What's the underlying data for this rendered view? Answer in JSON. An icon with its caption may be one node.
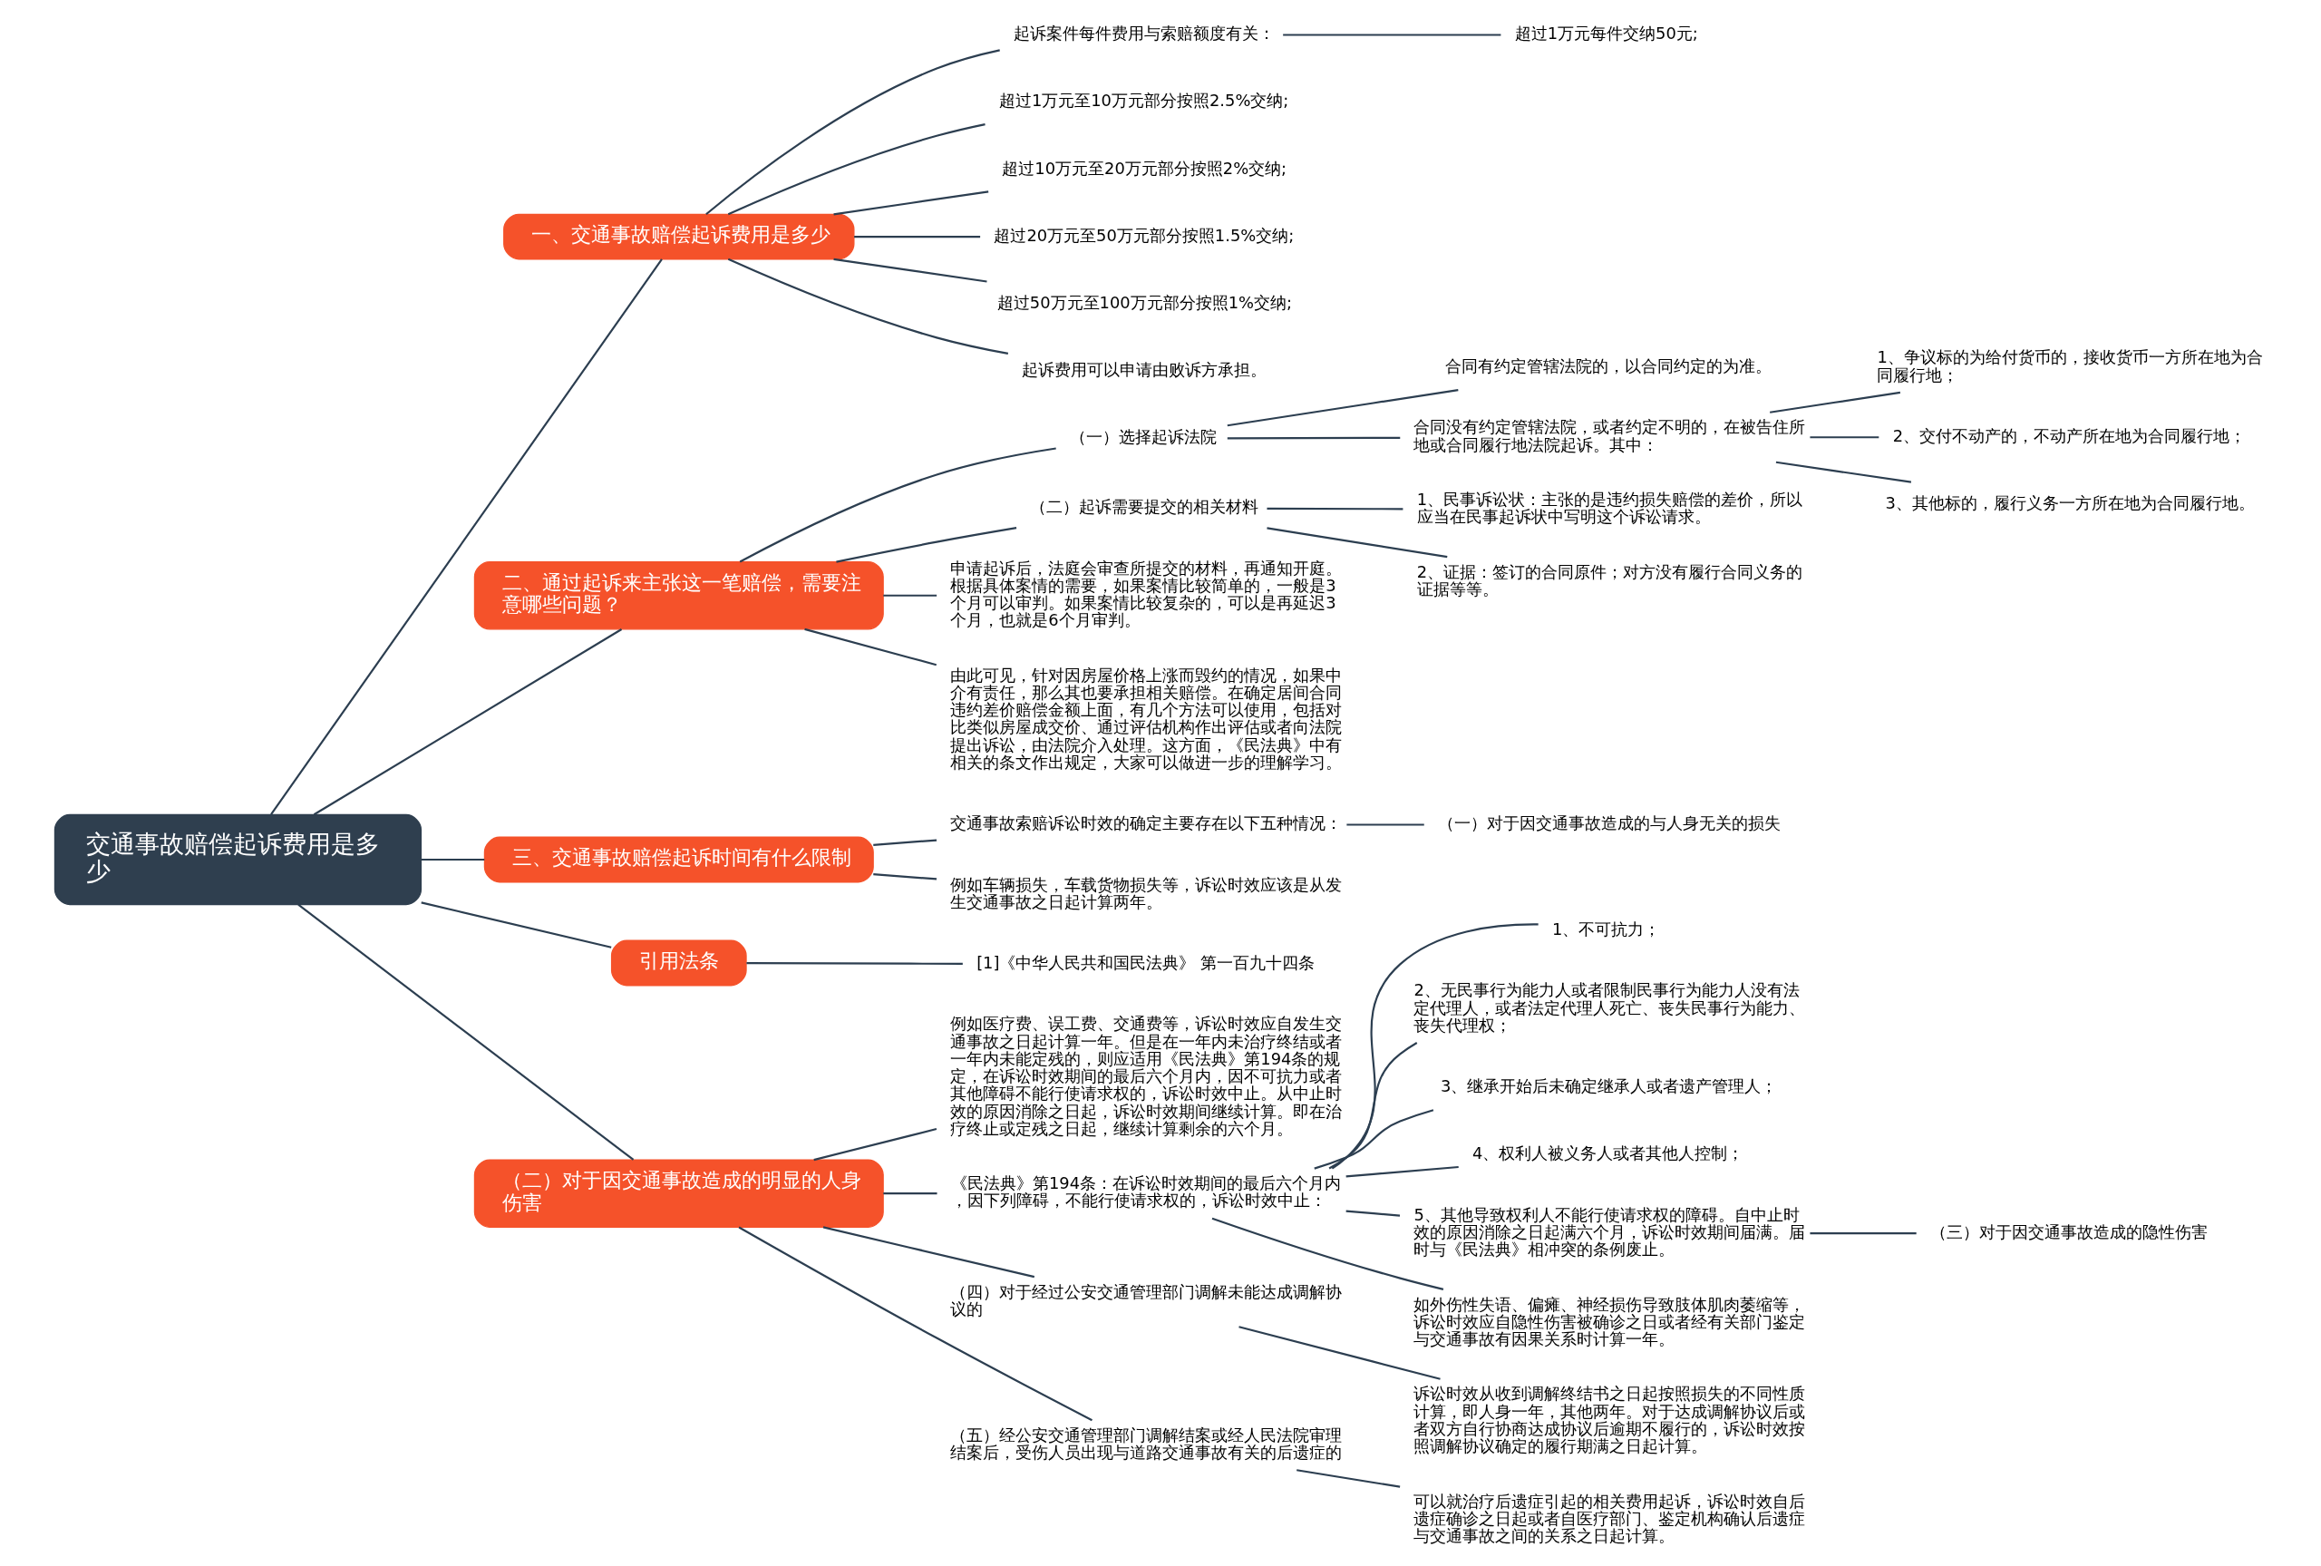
{
  "diagram": {
    "nodes": [
      {
        "text": [
          "交通事故赔偿起诉费用是多少"
        ]
      },
      {
        "text": [
          "一、交通事故赔偿起诉费用是多少"
        ]
      },
      {
        "text": [
          "起诉案件每件费用与索赔额度有关："
        ]
      },
      {
        "text": [
          "超过1万元每件交纳50元;"
        ]
      },
      {
        "text": [
          "超过1万元至10万元部分按照2.5%交纳;"
        ]
      },
      {
        "text": [
          "超过10万元至20万元部分按照2%交纳;"
        ]
      },
      {
        "text": [
          "超过20万元至50万元部分按照1.5%交纳;"
        ]
      },
      {
        "text": [
          "超过50万元至100万元部分按照1%交纳;"
        ]
      },
      {
        "text": [
          "起诉费用可以申请由败诉方承担。"
        ]
      },
      {
        "text": [
          "二、通过起诉来主张这一笔赔偿，需要注意哪些问题？"
        ]
      },
      {
        "text": [
          "（一）选择起诉法院"
        ]
      },
      {
        "text": [
          "合同有约定管辖法院的，以合同约定的为准。"
        ]
      },
      {
        "text": [
          "合同没有约定管辖法院，或者约定不明的，在被告住所地或合同履行地法院起诉。其中："
        ]
      },
      {
        "text": [
          "1、争议标的为给付货币的，接收货币一方所在地为合同履行地；"
        ]
      },
      {
        "text": [
          "2、交付不动产的，不动产所在地为合同履行地；"
        ]
      },
      {
        "text": [
          "3、其他标的，履行义务一方所在地为合同履行地。"
        ]
      },
      {
        "text": [
          "（二）起诉需要提交的相关材料"
        ]
      },
      {
        "text": [
          "1、民事诉讼状：主张的是违约损失赔偿的差价，所以应当在民事起诉状中写明这个诉讼请求。"
        ]
      },
      {
        "text": [
          "2、证据：签订的合同原件；对方没有履行合同义务的证据等等。"
        ]
      },
      {
        "text": [
          "申请起诉后，法庭会审查所提交的材料，再通知开庭。根据具体案情的需要，如果案情比较简单的，一般是3个月可以审判。如果案情比较复杂的，可以是再延迟3个月，也就是6个月审判。"
        ]
      },
      {
        "text": [
          "由此可见，针对因房屋价格上涨而毁约的情况，如果中介有责任，那么其也要承担相关赔偿。在确定居间合同违约差价赔偿金额上面，有几个方法可以使用，包括对比类似房屋成交价、通过评估机构作出评估或者向法院提出诉讼，由法院介入处理。这方面，《民法典》中有相关的条文作出规定，大家可以做进一步的理解学习。"
        ]
      },
      {
        "text": [
          "三、交通事故赔偿起诉时间有什么限制"
        ]
      },
      {
        "text": [
          "交通事故索赔诉讼时效的确定主要存在以下五种情况："
        ]
      },
      {
        "text": [
          "（一）对于因交通事故造成的与人身无关的损失"
        ]
      },
      {
        "text": [
          "例如车辆损失，车载货物损失等，诉讼时效应该是从发生交通事故之日起计算两年。"
        ]
      },
      {
        "text": [
          "引用法条"
        ]
      },
      {
        "text": [
          "[1]《中华人民共和国民法典》 第一百九十四条"
        ]
      },
      {
        "text": [
          "（二）对于因交通事故造成的明显的人身伤害"
        ]
      },
      {
        "text": [
          "例如医疗费、误工费、交通费等，诉讼时效应自发生交通事故之日起计算一年。但是在一年内未治疗终结或者一年内未能定残的，则应适用《民法典》第194条的规定，在诉讼时效期间的最后六个月内，因不可抗力或者其他障碍不能行使请求权的，诉讼时效中止。从中止时效的原因消除之日起，诉讼时效期间继续计算。即在治疗终止或定残之日起，继续计算剩余的六个月。"
        ]
      },
      {
        "text": [
          "《民法典》第194条：在诉讼时效期间的最后六个月内，因下列障碍，不能行使请求权的，诉讼时效中止："
        ]
      },
      {
        "text": [
          "1、不可抗力；"
        ]
      },
      {
        "text": [
          "2、无民事行为能力人或者限制民事行为能力人没有法定代理人，或者法定代理人死亡、丧失民事行为能力、丧失代理权；"
        ]
      },
      {
        "text": [
          "3、继承开始后未确定继承人或者遗产管理人；"
        ]
      },
      {
        "text": [
          "4、权利人被义务人或者其他人控制；"
        ]
      },
      {
        "text": [
          "5、其他导致权利人不能行使请求权的障碍。自中止时效的原因消除之日起满六个月，诉讼时效期间届满。届时与《民法典》相冲突的条例废止。"
        ]
      },
      {
        "text": [
          "如外伤性失语、偏瘫、神经损伤导致肢体肌肉萎缩等，诉讼时效应自隐性伤害被确诊之日或者经有关部门鉴定与交通事故有因果关系时计算一年。"
        ]
      },
      {
        "text": [
          "（三）对于因交通事故造成的隐性伤害"
        ]
      },
      {
        "text": [
          "诉讼时效从收到调解终结书之日起按照损失的不同性质计算，即人身一年，其他两年。对于达成调解协议后或者双方自行协商达成协议后逾期不履行的，诉讼时效按照调解协议确定的履行期满之日起计算。"
        ]
      },
      {
        "text": [
          "（四）对于经过公安交通管理部门调解未能达成调解协议的"
        ]
      },
      {
        "text": [
          "可以就治疗后遗症引起的相关费用起诉，诉讼时效自后遗症确诊之日起或者自医疗部门、鉴定机构确认后遗症与交通事故之间的关系之日起计算。"
        ]
      },
      {
        "text": [
          "（五）经公安交通管理部门调解结案或经人民法院审理结案后，受伤人员出现与道路交通事故有关的后遗症的"
        ]
      }
    ],
    "edges": [
      {
        "from": 0,
        "to": 1,
        "arrow": "none"
      },
      {
        "from": 1,
        "to": 2,
        "arrow": "none"
      },
      {
        "from": 2,
        "to": 3,
        "arrow": "none"
      },
      {
        "from": 1,
        "to": 4,
        "arrow": "none"
      },
      {
        "from": 1,
        "to": 5,
        "arrow": "none"
      },
      {
        "from": 1,
        "to": 6,
        "arrow": "none"
      },
      {
        "from": 1,
        "to": 7,
        "arrow": "none"
      },
      {
        "from": 1,
        "to": 8,
        "arrow": "none"
      },
      {
        "from": 0,
        "to": 9,
        "arrow": "none"
      },
      {
        "from": 9,
        "to": 10,
        "arrow": "none"
      },
      {
        "from": 10,
        "to": 11,
        "arrow": "none"
      },
      {
        "from": 10,
        "to": 12,
        "arrow": "none"
      },
      {
        "from": 12,
        "to": 13,
        "arrow": "none"
      },
      {
        "from": 12,
        "to": 14,
        "arrow": "none"
      },
      {
        "from": 12,
        "to": 15,
        "arrow": "none"
      },
      {
        "from": 9,
        "to": 16,
        "arrow": "none"
      },
      {
        "from": 16,
        "to": 17,
        "arrow": "none"
      },
      {
        "from": 16,
        "to": 18,
        "arrow": "none"
      },
      {
        "from": 9,
        "to": 19,
        "arrow": "none"
      },
      {
        "from": 9,
        "to": 20,
        "arrow": "none"
      },
      {
        "from": 0,
        "to": 21,
        "arrow": "none"
      },
      {
        "from": 21,
        "to": 22,
        "arrow": "none"
      },
      {
        "from": 22,
        "to": 23,
        "arrow": "none"
      },
      {
        "from": 21,
        "to": 24,
        "arrow": "none"
      },
      {
        "from": 0,
        "to": 25,
        "arrow": "none"
      },
      {
        "from": 25,
        "to": 26,
        "arrow": "none"
      },
      {
        "from": 0,
        "to": 27,
        "arrow": "none"
      },
      {
        "from": 27,
        "to": 28,
        "arrow": "none"
      },
      {
        "from": 27,
        "to": 29,
        "arrow": "none"
      },
      {
        "from": 29,
        "to": 30,
        "arrow": "none"
      },
      {
        "from": 29,
        "to": 31,
        "arrow": "none"
      },
      {
        "from": 29,
        "to": 32,
        "arrow": "none"
      },
      {
        "from": 29,
        "to": 33,
        "arrow": "none"
      },
      {
        "from": 29,
        "to": 34,
        "arrow": "none"
      },
      {
        "from": 29,
        "to": 35,
        "arrow": "none"
      },
      {
        "from": 34,
        "to": 36,
        "arrow": "none"
      },
      {
        "from": 27,
        "to": 38,
        "arrow": "none"
      },
      {
        "from": 38,
        "to": 37,
        "arrow": "none"
      },
      {
        "from": 27,
        "to": 40,
        "arrow": "none"
      },
      {
        "from": 40,
        "to": 39,
        "arrow": "none"
      }
    ]
  }
}
